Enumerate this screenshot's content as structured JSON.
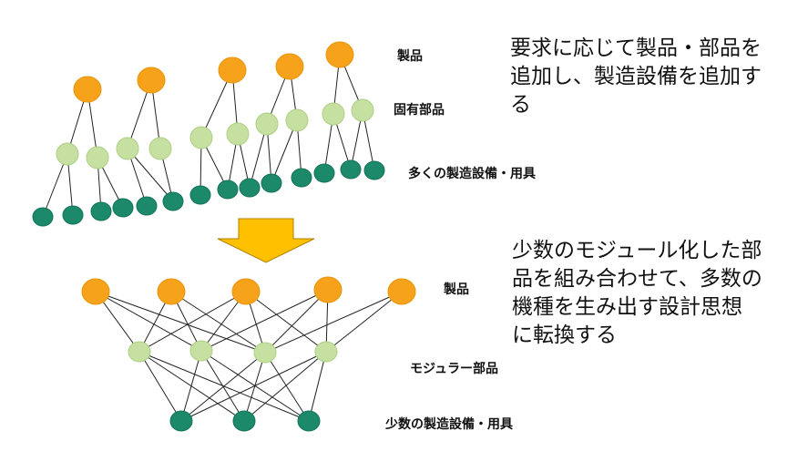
{
  "colors": {
    "product": "#F7A21B",
    "product_stroke": "#E8950F",
    "part": "#C5E0A0",
    "part_stroke": "#AECF85",
    "equipment": "#1C8A6A",
    "equipment_stroke": "#137358",
    "edge": "#222222",
    "arrow": "#FFC000",
    "arrow_stroke": "#B08000"
  },
  "top_diagram": {
    "label_products": "製品",
    "label_parts": "固有部品",
    "label_equipment": "多くの製造設備・用具",
    "description_lines": [
      "要求に応じて製品・部品を",
      "追加し、製造設備を追加す",
      "る"
    ]
  },
  "bottom_diagram": {
    "label_products": "製品",
    "label_parts": "モジュラー部品",
    "label_equipment": "少数の製造設備・用具",
    "description_lines": [
      "少数のモジュール化した部",
      "品を組み合わせて、多数の",
      "機種を生み出す設計思想",
      "に転換する"
    ]
  },
  "arrow_icon": "down-arrow-icon"
}
